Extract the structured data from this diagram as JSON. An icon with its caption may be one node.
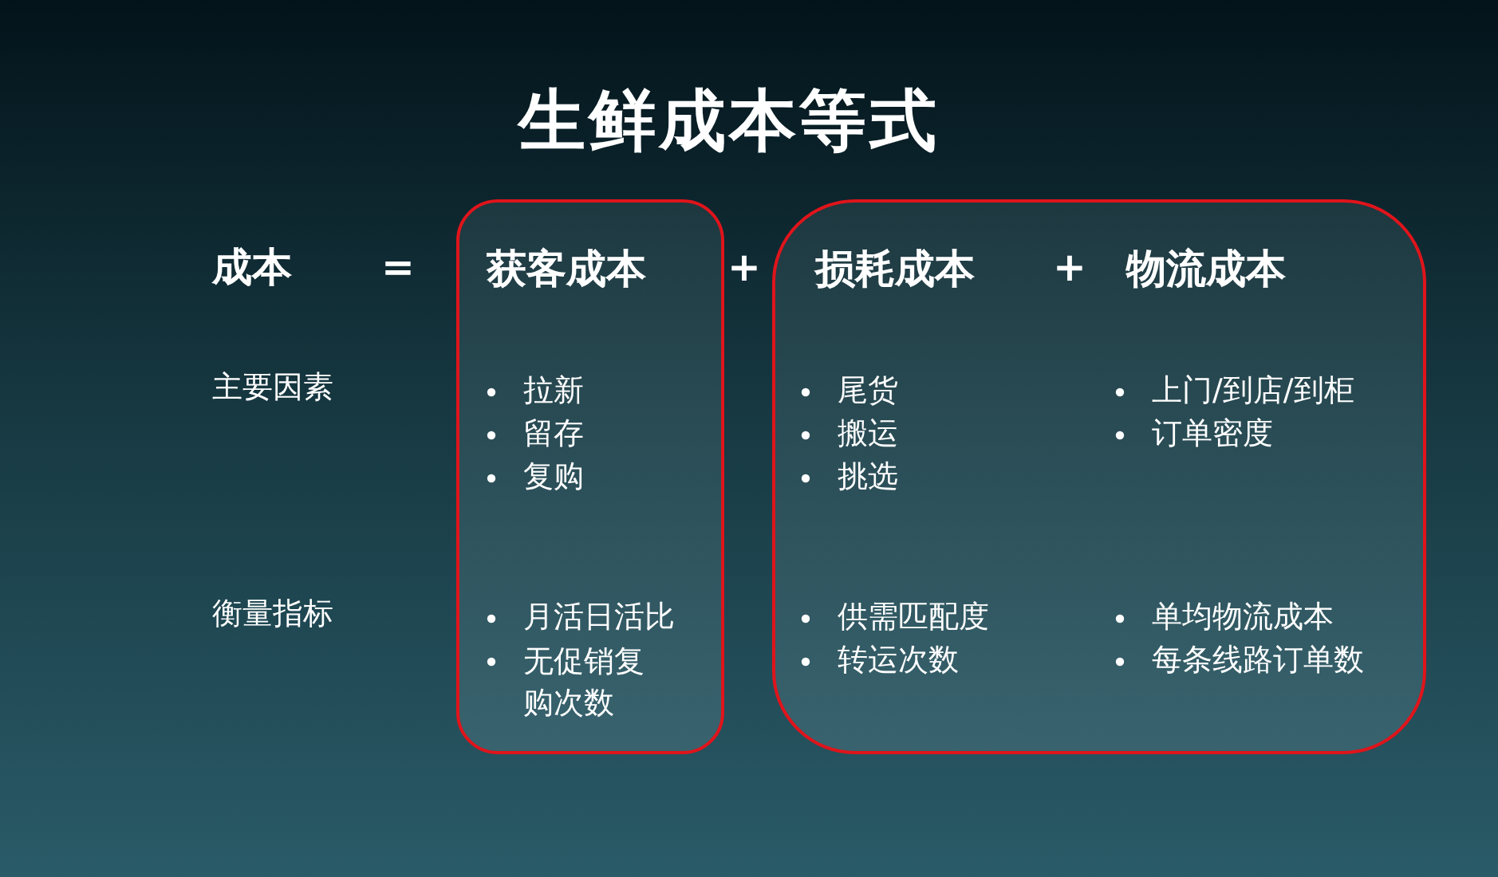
{
  "diagram": {
    "title": "生鲜成本等式",
    "nodes": [
      {
        "text": [
          "获客成本",
          "拉新",
          "留存",
          "复购",
          "月活日活比",
          "无促销复购次数"
        ]
      },
      {
        "text": [
          "损耗成本",
          "尾货",
          "搬运",
          "挑选",
          "供需匹配度",
          "转运次数",
          "物流成本",
          "上门/到店/到柜",
          "订单密度",
          "单均物流成本",
          "每条线路订单数"
        ]
      }
    ],
    "labels": [
      "成本",
      "=",
      "+",
      "+",
      "主要因素",
      "衡量指标"
    ]
  }
}
